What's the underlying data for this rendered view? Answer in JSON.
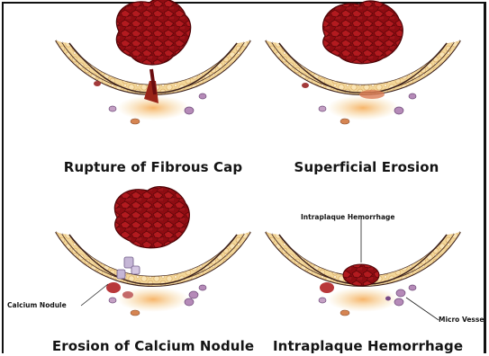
{
  "panels": [
    {
      "caption": "Rupture of Fibrous Cap"
    },
    {
      "caption": "Superficial Erosion"
    },
    {
      "caption": "Erosion of Calcium Nodule"
    },
    {
      "caption": "Intraplaque Hemorrhage"
    }
  ],
  "labels": {
    "calcium_nodule": "Calcium Nodule",
    "intraplaque_hemorrhage": "Intraplaque Hemorrhage",
    "micro_vessel": "Micro Vessel"
  }
}
